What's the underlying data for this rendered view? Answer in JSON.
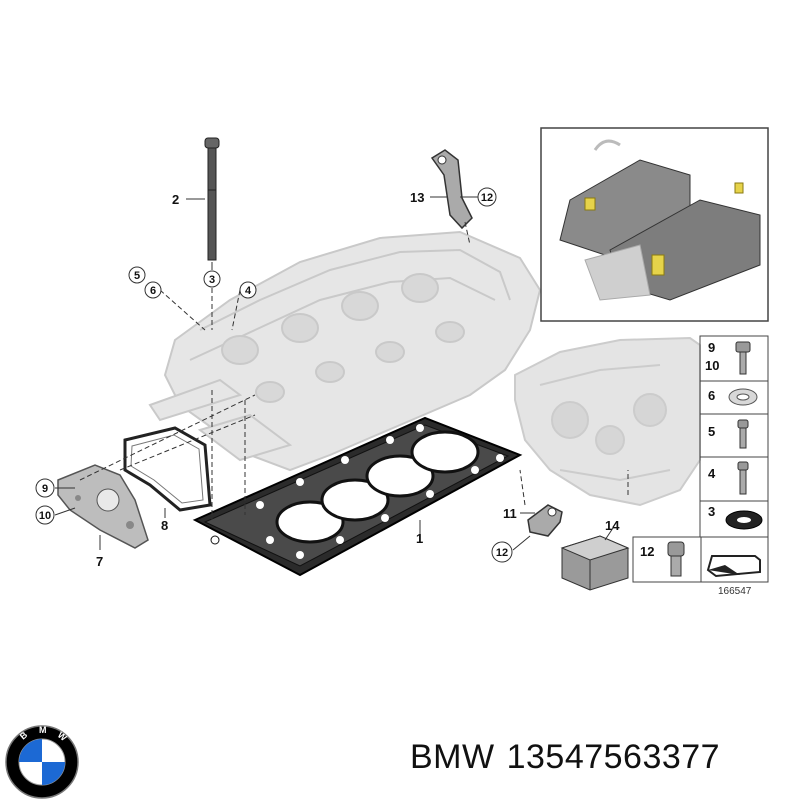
{
  "diagram": {
    "ref_number": "166547",
    "callouts": {
      "c1": "1",
      "c2": "2",
      "c3": "3",
      "c4": "4",
      "c5": "5",
      "c6": "6",
      "c7": "7",
      "c8": "8",
      "c9": "9",
      "c10": "10",
      "c11": "11",
      "c12": "12",
      "c13": "13",
      "c14": "14",
      "c12b": "12"
    },
    "legend": {
      "row1_a": "9",
      "row1_b": "10",
      "row2": "6",
      "row3": "5",
      "row4": "4",
      "row5": "3",
      "row6": "12"
    }
  },
  "caption": {
    "brand": "BMW",
    "part_number": "13547563377"
  },
  "logo": {
    "letters": [
      "B",
      "M",
      "W"
    ],
    "colors": {
      "blue": "#1c69d4",
      "white": "#ffffff",
      "ring": "#000000"
    }
  }
}
